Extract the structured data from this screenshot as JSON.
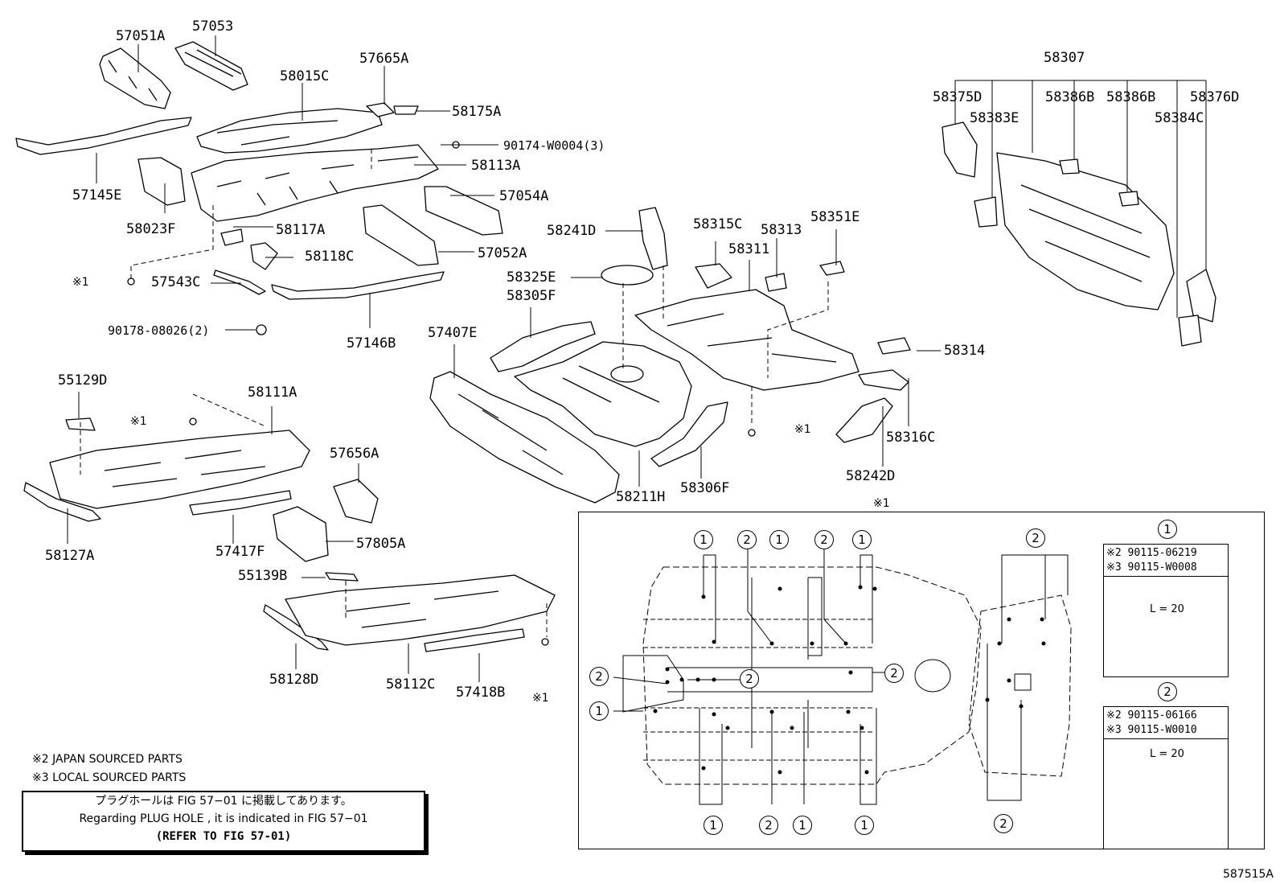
{
  "part_labels": [
    "57051A",
    "57053",
    "58015C",
    "57665A",
    "58175A",
    "90174-W0004(3)",
    "58113A",
    "57145E",
    "58023F",
    "57054A",
    "58117A",
    "58118C",
    "57052A",
    "57543C",
    "90178-08026(2)",
    "57146B",
    "58241D",
    "58315C",
    "58313",
    "58351E",
    "58311",
    "58325E",
    "58305F",
    "57407E",
    "58314",
    "58316C",
    "58242D",
    "58211H",
    "58306F",
    "55129D",
    "58111A",
    "57656A",
    "58127A",
    "57417F",
    "57805A",
    "55139B",
    "58128D",
    "58112C",
    "57418B",
    "58307",
    "58375D",
    "58386B",
    "58386B",
    "58376D",
    "58383E",
    "58384C"
  ],
  "markers": {
    "ref1": "※1",
    "ref1_inset": "※1"
  },
  "notes": {
    "japan": "※2 JAPAN SOURCED PARTS",
    "local": "※3 LOCAL SOURCED PARTS"
  },
  "reference_box": {
    "line_jp": "プラグホールは FIG 57−01 に掲載してあります。",
    "line_en": "Regarding  PLUG  HOLE , it is indicated in FIG  57−01",
    "line_refer": "(REFER TO FIG 57-01)"
  },
  "inset": {
    "circle_1": "1",
    "circle_2": "2",
    "spec1": {
      "title": "1",
      "japan": "※2 90115-06219",
      "local": "※3 90115-W0008",
      "length": "L = 20"
    },
    "spec2": {
      "title": "2",
      "japan": "※2 90115-06166",
      "local": "※3 90115-W0010",
      "length": "L = 20"
    }
  },
  "figure_id": "587515A"
}
